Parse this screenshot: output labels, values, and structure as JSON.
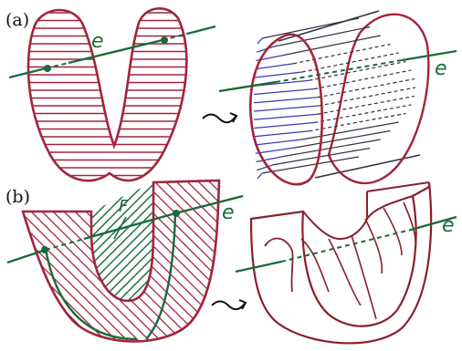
{
  "panels": [
    {
      "id": "a",
      "label": "(a)",
      "line_label": "e"
    },
    {
      "id": "b",
      "label": "(b)",
      "line_label": "e",
      "region_label": "F"
    }
  ],
  "colors": {
    "surface": "#a3243a",
    "line": "#1b6b3a",
    "hatch_blue": "#3b3bb0",
    "hatch_dark": "#333344",
    "ink": "#111111"
  },
  "arrow_glyph": "~>"
}
